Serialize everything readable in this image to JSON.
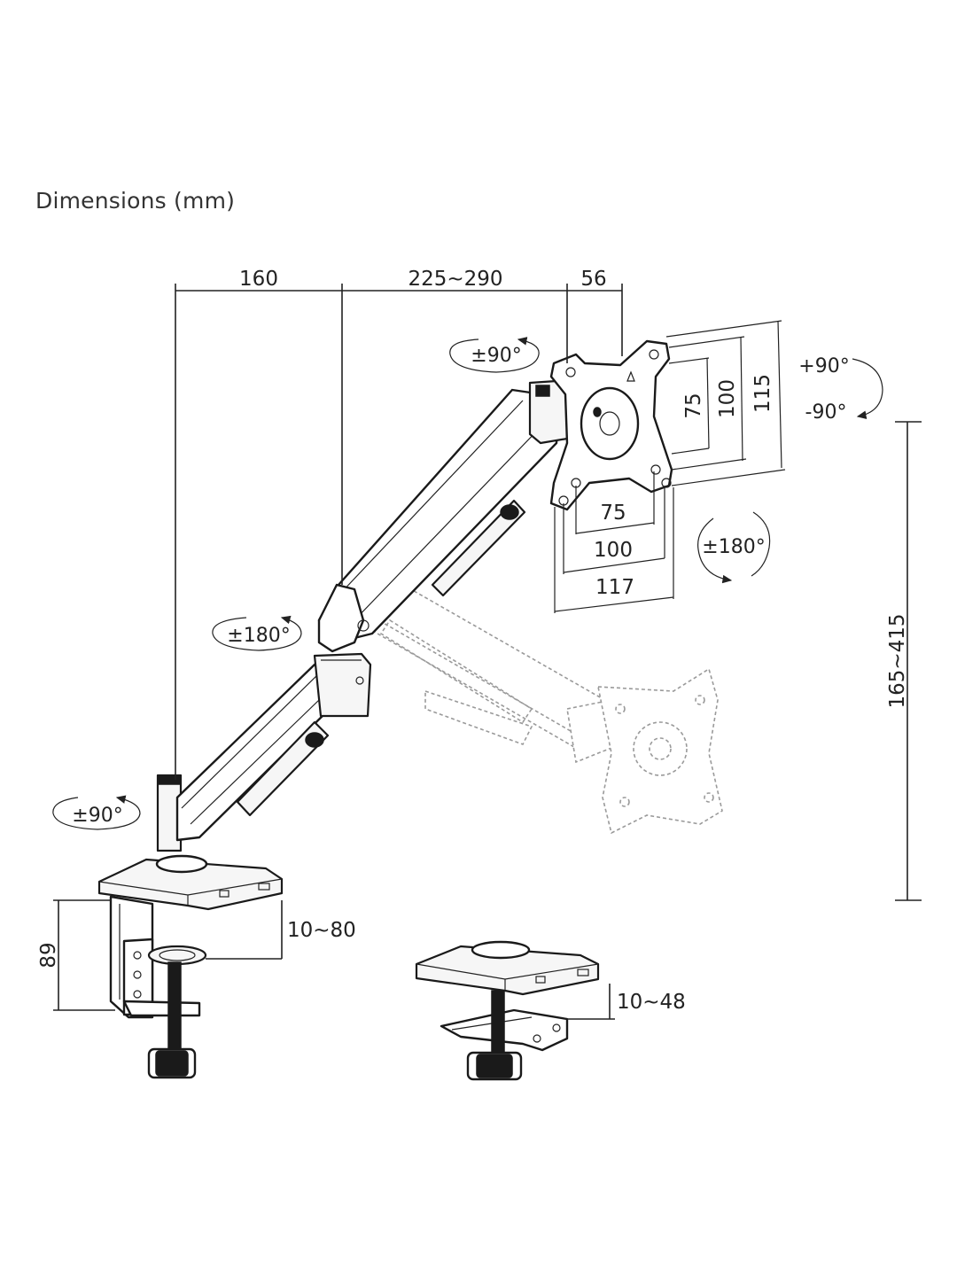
{
  "title": "Dimensions (mm)",
  "dimensions": {
    "base_to_pole": "160",
    "arm_reach": "225~290",
    "tilt_depth": "56",
    "vesa_h_75": "75",
    "vesa_h_100": "100",
    "vesa_h_115": "115",
    "vesa_w_75": "75",
    "vesa_w_100": "100",
    "vesa_w_117": "117",
    "height_range": "165~415",
    "clamp_height": "89",
    "clamp_range": "10~80",
    "grommet_range": "10~48"
  },
  "rotations": {
    "head_swivel": "±90°",
    "tilt_up": "+90°",
    "tilt_down": "-90°",
    "screen_rotate": "±180°",
    "elbow_rotate": "±180°",
    "base_swivel": "±90°"
  }
}
